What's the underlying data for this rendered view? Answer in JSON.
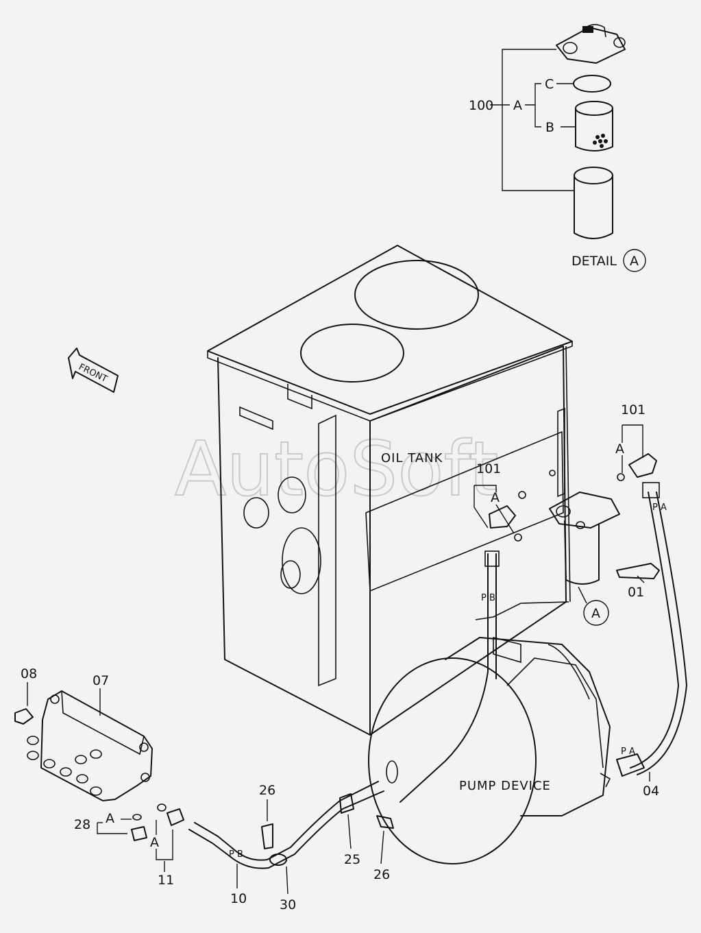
{
  "diagram": {
    "watermark": "AutoSoft",
    "front_arrow": "FRONT",
    "oil_tank_label": "OIL TANK",
    "pump_device_label": "PUMP DEVICE",
    "detail_label": "DETAIL",
    "detail_circle": "A",
    "callout_a": "A",
    "part_numbers": {
      "p100": "100",
      "p101_top": "101",
      "p101_left": "101",
      "p01": "01",
      "p04": "04",
      "p07": "07",
      "p08": "08",
      "p10": "10",
      "p11": "11",
      "p25": "25",
      "p26_top": "26",
      "p26_bottom": "26",
      "p28": "28",
      "p30": "30"
    },
    "sub_letters": {
      "detail_a": "A",
      "detail_b": "B",
      "detail_c": "C",
      "r101_top": "A",
      "r101_left": "A",
      "r28": "A",
      "r11": "A"
    },
    "port_marks": {
      "pa_top": "P A",
      "pb_mid": "P B",
      "pa_pump": "P A",
      "pb_hose": "P B"
    }
  }
}
